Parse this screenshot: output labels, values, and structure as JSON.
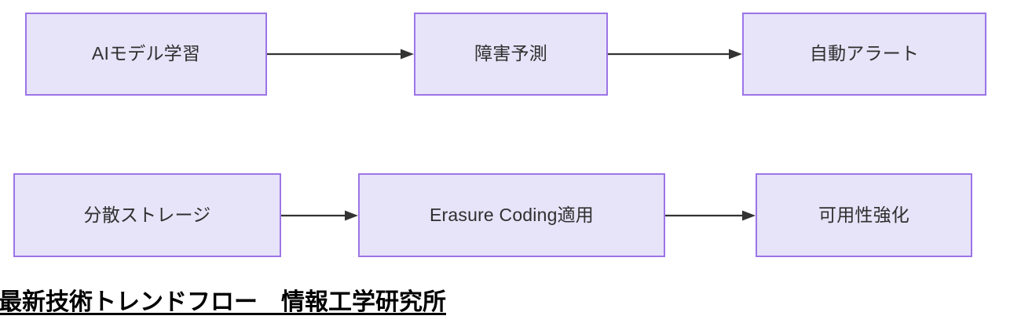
{
  "diagram": {
    "title_caption": "最新技術トレンドフロー　情報工学研究所",
    "node_fill_color": "#e7e3f8",
    "node_border_color": "#9c74e8",
    "node_text_color": "#2f2f2f",
    "arrow_color": "#333333",
    "caption_color": "#000000",
    "background_color": "#ffffff",
    "rows": [
      {
        "name": "ai-failure-prediction-flow",
        "nodes": [
          {
            "id": "n1",
            "label": "AIモデル学習"
          },
          {
            "id": "n2",
            "label": "障害予測"
          },
          {
            "id": "n3",
            "label": "自動アラート"
          }
        ],
        "connectors": [
          {
            "id": "a1",
            "from": "n1",
            "to": "n2",
            "style": "arrow-right"
          },
          {
            "id": "a2",
            "from": "n2",
            "to": "n3",
            "style": "arrow-right"
          }
        ]
      },
      {
        "name": "distributed-storage-flow",
        "nodes": [
          {
            "id": "n4",
            "label": "分散ストレージ"
          },
          {
            "id": "n5",
            "label": "Erasure Coding適用"
          },
          {
            "id": "n6",
            "label": "可用性強化"
          }
        ],
        "connectors": [
          {
            "id": "a3",
            "from": "n4",
            "to": "n5",
            "style": "arrow-right"
          },
          {
            "id": "a4",
            "from": "n5",
            "to": "n6",
            "style": "arrow-right"
          }
        ]
      }
    ]
  }
}
